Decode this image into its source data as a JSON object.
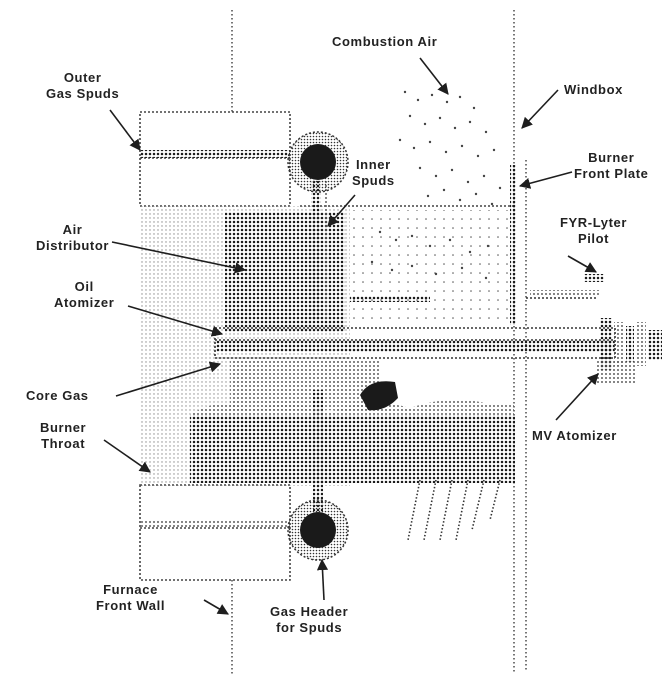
{
  "labels": {
    "combustion_air": "Combustion Air",
    "windbox": "Windbox",
    "outer_gas_spuds": [
      "Outer",
      "Gas Spuds"
    ],
    "inner_spuds": [
      "Inner",
      "Spuds"
    ],
    "burner_front_plate": [
      "Burner",
      "Front Plate"
    ],
    "air_distributor": [
      "Air",
      "Distributor"
    ],
    "fyr_lyter_pilot": [
      "FYR-Lyter",
      "Pilot"
    ],
    "oil_atomizer": [
      "Oil",
      "Atomizer"
    ],
    "core_gas": "Core Gas",
    "burner_throat": [
      "Burner",
      "Throat"
    ],
    "mv_atomizer": "MV Atomizer",
    "furnace_front_wall": [
      "Furnace",
      "Front Wall"
    ],
    "gas_header_for_spuds": [
      "Gas Header",
      "for Spuds"
    ]
  },
  "colors": {
    "ink": "#1e1e1e",
    "dot_dark": "#1a1a1a",
    "dot_mid": "#555555",
    "dot_light": "#888888",
    "background": "#ffffff"
  }
}
